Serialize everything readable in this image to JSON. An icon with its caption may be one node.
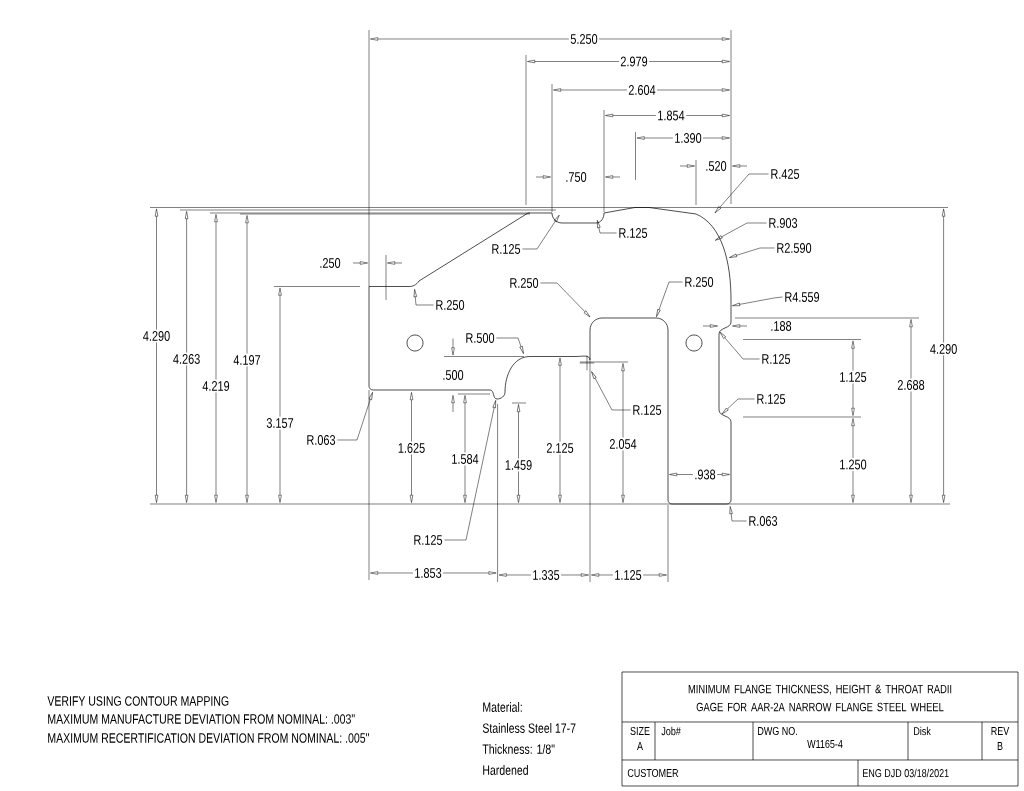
{
  "diagram": {
    "nodes": [
      {
        "text": [
          "R.425"
        ]
      },
      {
        "text": [
          "R.903"
        ]
      },
      {
        "text": [
          "R2.590"
        ]
      },
      {
        "text": [
          "R.250"
        ]
      },
      {
        "text": [
          "R.250"
        ]
      },
      {
        "text": [
          "R4.559"
        ]
      },
      {
        "text": [
          "R.250"
        ]
      },
      {
        "text": [
          "R.125"
        ]
      },
      {
        "text": [
          "R.125"
        ]
      },
      {
        "text": [
          "R.500"
        ]
      },
      {
        "text": [
          "R.125"
        ]
      },
      {
        "text": [
          "R.125"
        ]
      },
      {
        "text": [
          "R.125"
        ]
      },
      {
        "text": [
          "R.063"
        ]
      },
      {
        "text": [
          "R.125"
        ]
      },
      {
        "text": [
          "R.063"
        ]
      },
      {
        "text": [],
        "shape": "cross"
      }
    ],
    "edges": [
      {
        "from": 0,
        "to": null,
        "arrow": "to"
      },
      {
        "from": 1,
        "to": null,
        "arrow": "to"
      },
      {
        "from": 2,
        "to": null,
        "arrow": "to"
      },
      {
        "from": 3,
        "to": null,
        "arrow": "to"
      },
      {
        "from": 4,
        "to": null,
        "arrow": "to"
      },
      {
        "from": 5,
        "to": null,
        "arrow": "to"
      },
      {
        "from": 6,
        "to": null,
        "arrow": "to"
      },
      {
        "from": 7,
        "to": null,
        "arrow": "to"
      },
      {
        "from": 8,
        "to": null,
        "arrow": "to"
      },
      {
        "from": 9,
        "to": null,
        "arrow": "to"
      },
      {
        "from": 10,
        "to": 16,
        "arrow": "to"
      },
      {
        "from": 11,
        "to": null,
        "arrow": "to"
      },
      {
        "from": 12,
        "to": null,
        "arrow": "to"
      },
      {
        "from": 13,
        "to": null,
        "arrow": "to"
      },
      {
        "from": 14,
        "to": null,
        "arrow": "to"
      },
      {
        "from": 15,
        "to": null,
        "arrow": "to"
      }
    ],
    "labels": [
      "5.250",
      "2.979",
      "2.604",
      "1.854",
      "1.390",
      ".520",
      ".750",
      ".250",
      ".188",
      "4.290",
      "4.263",
      "4.197",
      "4.219",
      ".500",
      "1.125",
      "2.688",
      "4.290",
      "3.157",
      "1.625",
      "1.584",
      "1.459",
      "2.125",
      "2.054",
      ".938",
      "1.250",
      "1.853",
      "1.335",
      "1.125",
      "VERIFY USING CONTOUR MAPPING",
      "MAXIMUM MANUFACTURE DEVIATION FROM NOMINAL: .003\"",
      "MAXIMUM RECERTIFICATION DEVIATION FROM NOMINAL: .005\"",
      "Material:",
      "Stainless Steel 17-7",
      "Thickness: 1/8\"",
      "Hardened",
      "MINIMUM FLANGE THICKNESS, HEIGHT & THROAT RADII GAGE FOR AAR-2A NARROW FLANGE STEEL WHEEL",
      "SIZE",
      "A",
      "Job#",
      "DWG NO.",
      "W1165-4",
      "Disk",
      "REV",
      "B",
      "CUSTOMER",
      "ENG DJD 03/18/2021"
    ]
  }
}
